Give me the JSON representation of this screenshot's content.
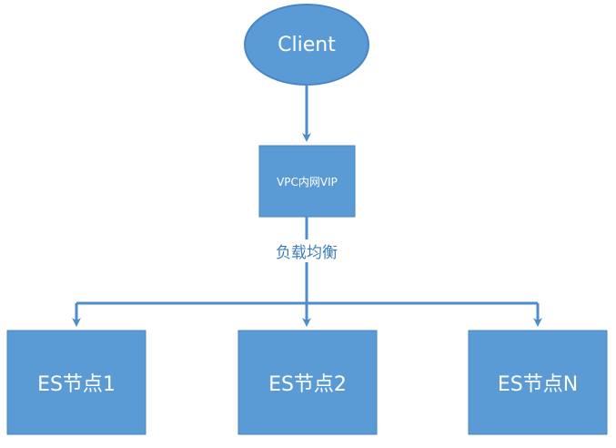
{
  "nodes": {
    "client": "Client",
    "vip": "VPC内网VIP",
    "es1": "ES节点1",
    "es2": "ES节点2",
    "esN": "ES节点N"
  },
  "edge_label": "负载均衡",
  "colors": {
    "fill": "#5b9bd5",
    "stroke": "#4a86c5",
    "edge": "#4f8ccb",
    "label": "#3f7db7"
  }
}
